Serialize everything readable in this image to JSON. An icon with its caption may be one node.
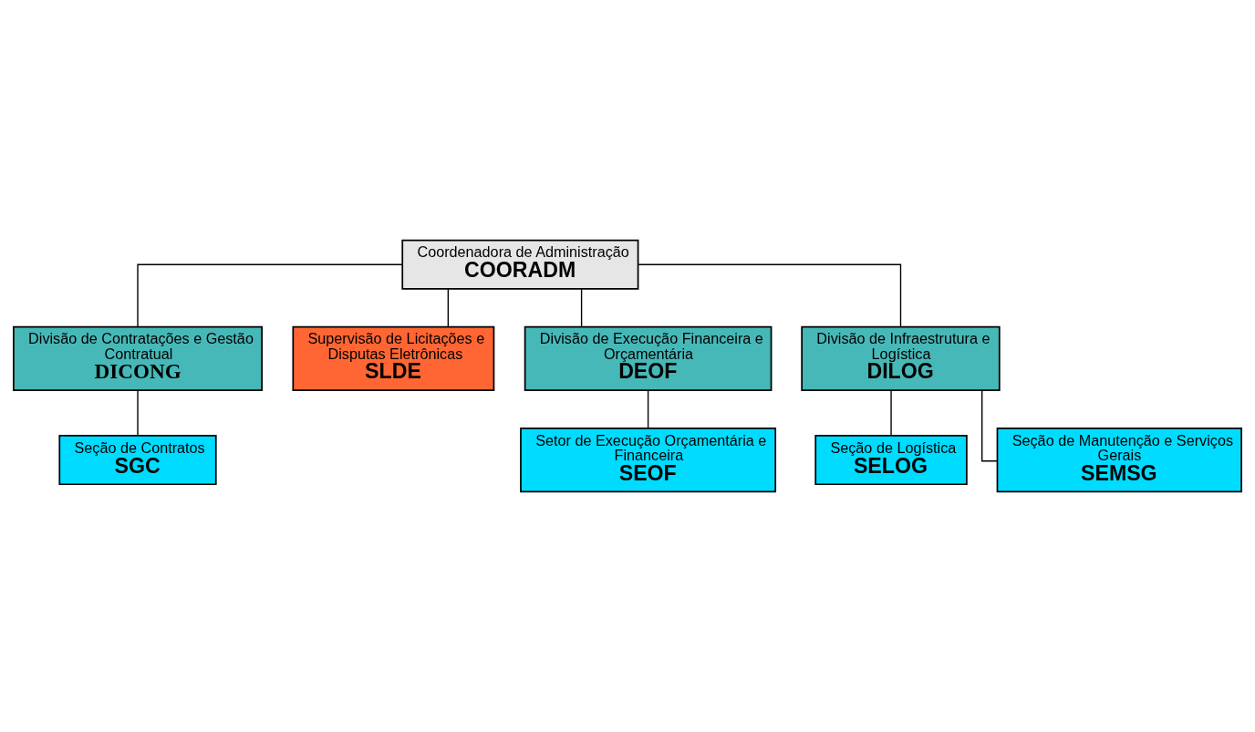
{
  "diagram": {
    "nodes": [
      {
        "text": [
          "Coordenadora de Administração",
          "COORADM"
        ]
      },
      {
        "text": [
          "Divisão de Contratações e Gestão Contratual",
          "DICONG"
        ]
      },
      {
        "text": [
          "Seção de Contratos",
          "SGC"
        ]
      },
      {
        "text": [
          "Supervisão de Licitações e Disputas Eletrônicas",
          "SLDE"
        ]
      },
      {
        "text": [
          "Divisão de Execução Financeira e Orçamentária",
          "DEOF"
        ]
      },
      {
        "text": [
          "Setor de Execução Orçamentária e Financeira",
          "SEOF"
        ]
      },
      {
        "text": [
          "Divisão de Infraestrutura e Logística",
          "DILOG"
        ]
      },
      {
        "text": [
          "Seção de Logística",
          "SELOG"
        ]
      },
      {
        "text": [
          "Seção de Manutenção e Serviços Gerais",
          "SEMSG"
        ]
      }
    ],
    "edges": [
      {
        "from": 0,
        "to": 1,
        "arrow": "none"
      },
      {
        "from": 1,
        "to": 2,
        "arrow": "none"
      },
      {
        "from": 0,
        "to": 3,
        "arrow": "none"
      },
      {
        "from": 0,
        "to": 4,
        "arrow": "none"
      },
      {
        "from": 4,
        "to": 5,
        "arrow": "none"
      },
      {
        "from": 0,
        "to": 6,
        "arrow": "none"
      },
      {
        "from": 6,
        "to": 7,
        "arrow": "none"
      },
      {
        "from": 6,
        "to": 8,
        "arrow": "none"
      }
    ]
  }
}
